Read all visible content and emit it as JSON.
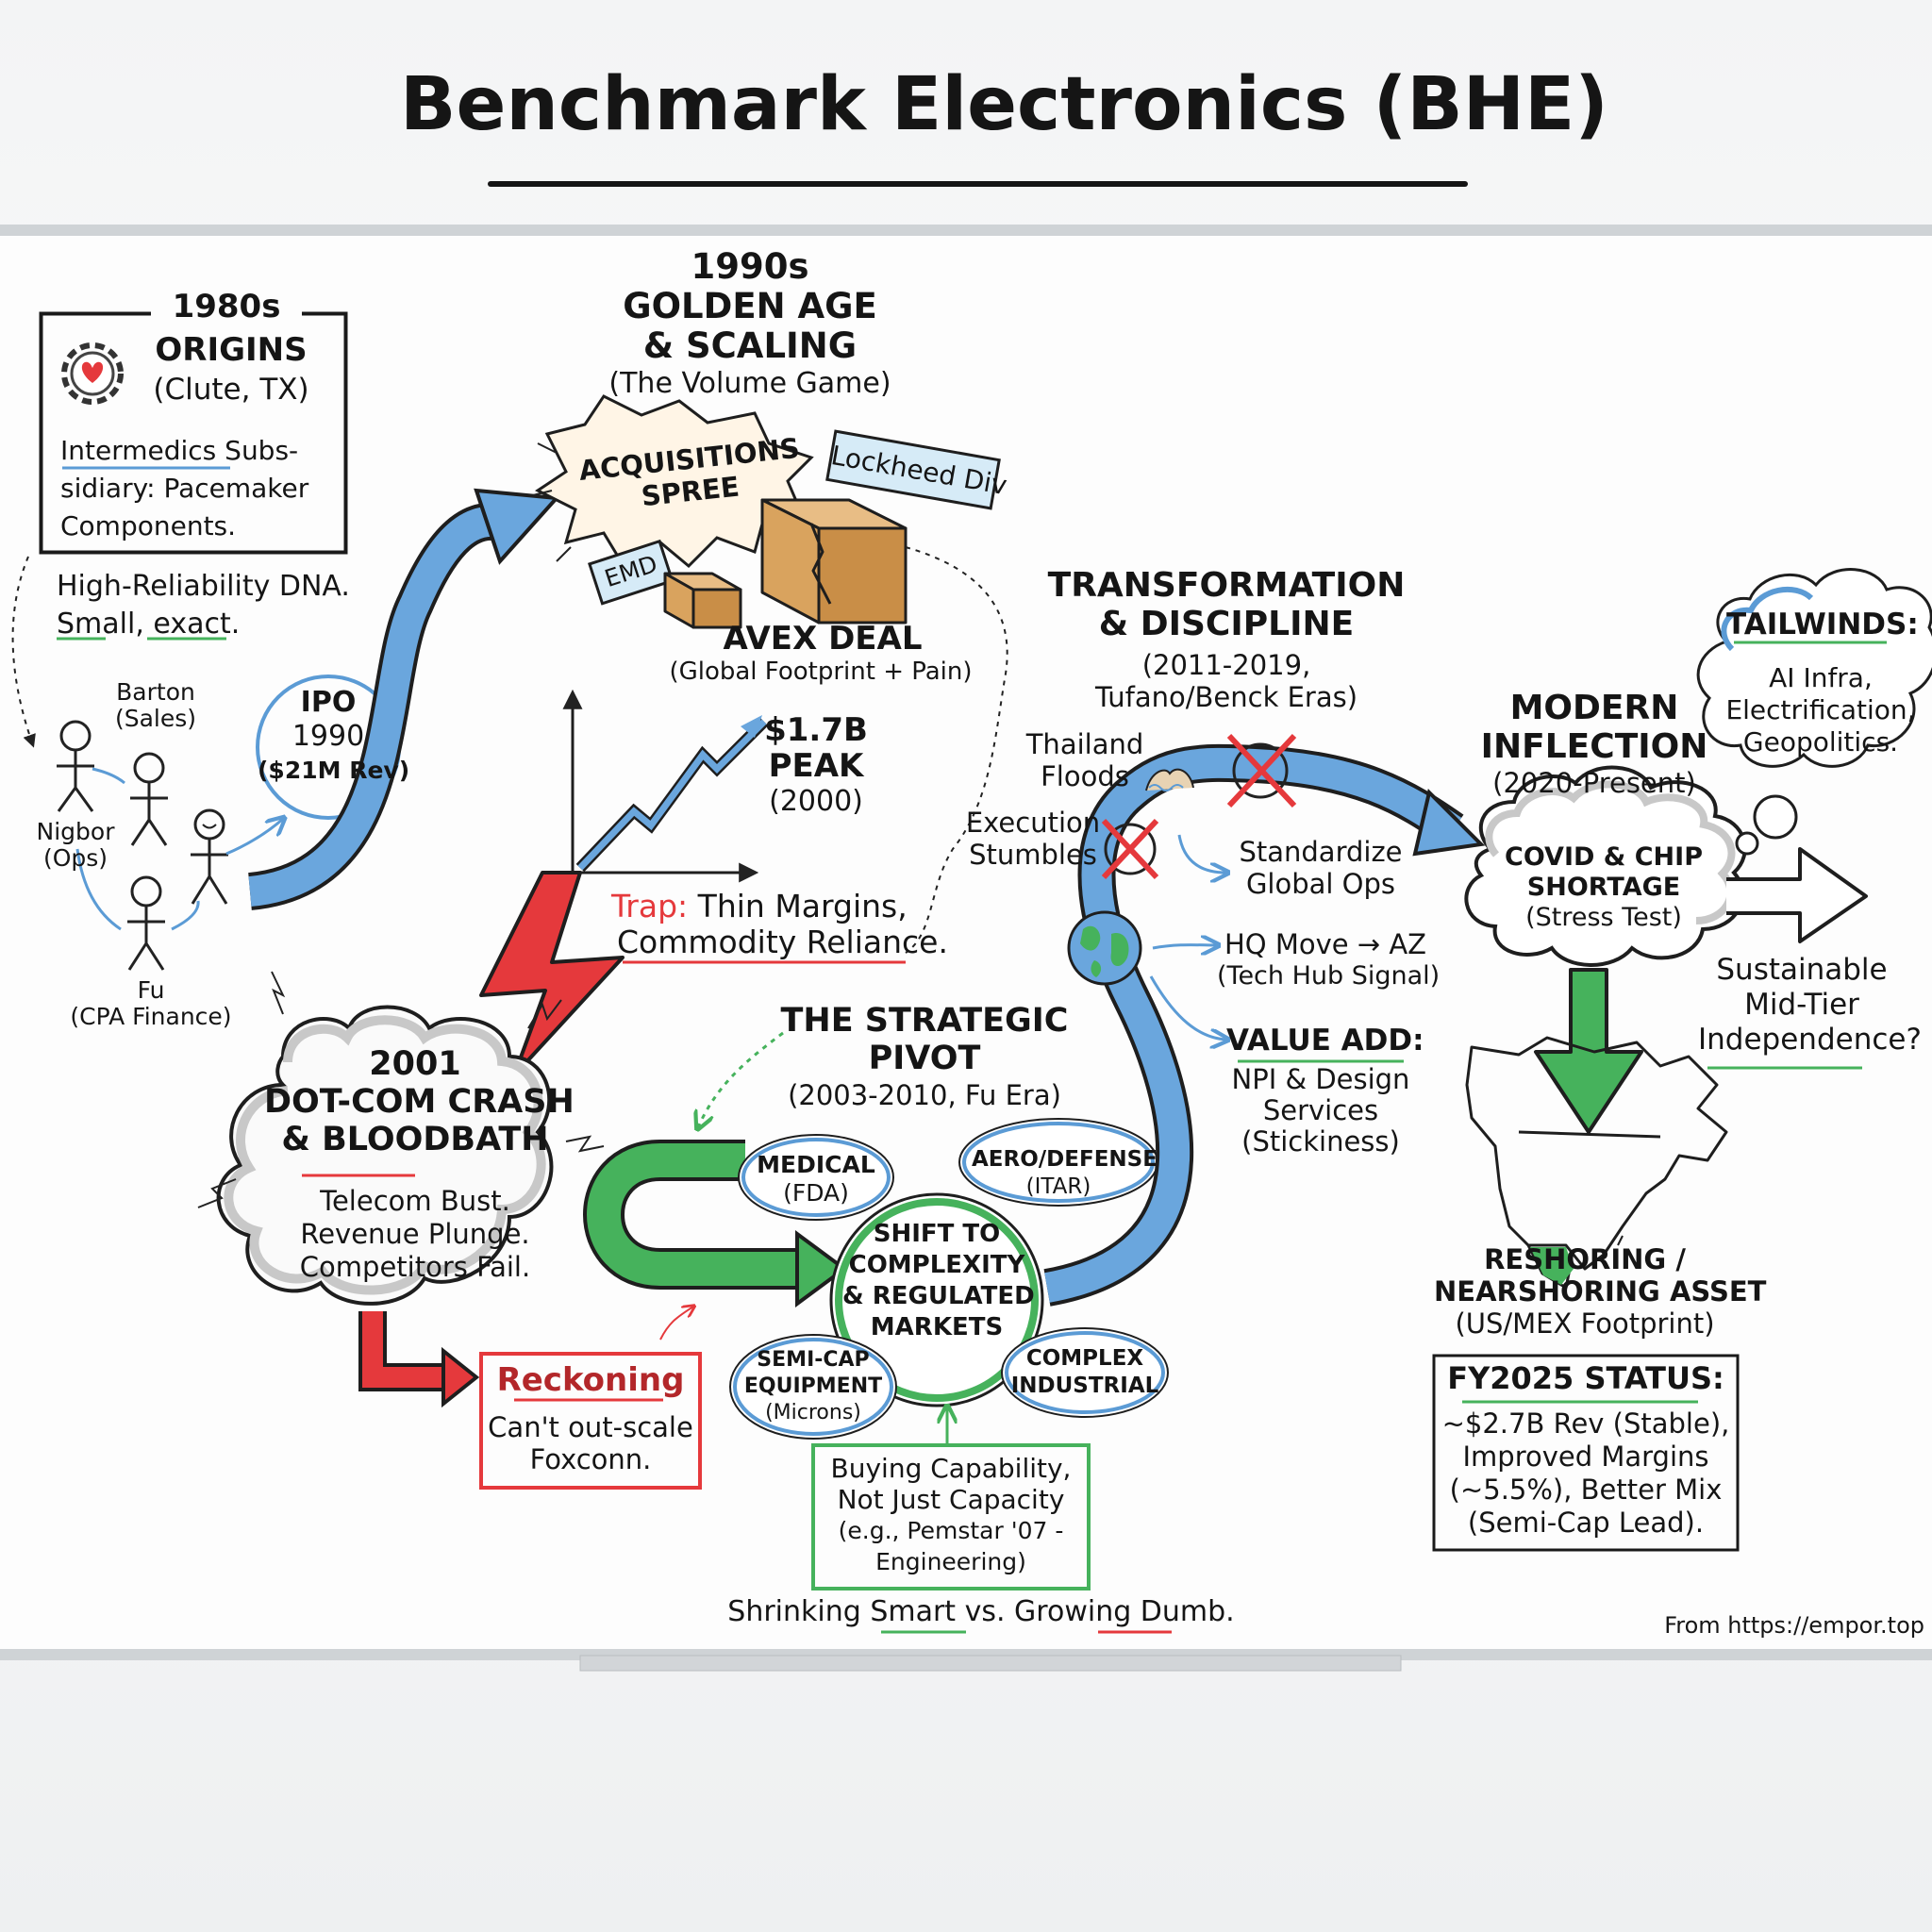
{
  "title": "Benchmark Electronics (BHE)",
  "origins": {
    "era": "1980s",
    "heading": "ORIGINS",
    "location": "(Clute, TX)",
    "body": [
      "Intermedics Subs-",
      "sidiary: Pacemaker",
      "Components."
    ],
    "dna": [
      "High-Reliability DNA.",
      "Small, exact."
    ]
  },
  "founders": {
    "barton": [
      "Barton",
      "(Sales)"
    ],
    "nigbor": [
      "Nigbor",
      "(Ops)"
    ],
    "fu": [
      "Fu",
      "(CPA Finance)"
    ]
  },
  "ipo": {
    "lines": [
      "IPO",
      "1990",
      "($21M Rev)"
    ]
  },
  "golden_age": {
    "heading": [
      "1990s",
      "GOLDEN AGE",
      "& SCALING"
    ],
    "sub": "(The Volume Game)",
    "acquisitions": [
      "ACQUISITIONS",
      "SPREE"
    ],
    "lockheed": "Lockheed Div",
    "emd": "EMD",
    "avex": "AVEX DEAL",
    "avex_sub": "(Global Footprint + Pain)",
    "peak": [
      "$1.7B",
      "PEAK",
      "(2000)"
    ],
    "trap_label": "Trap:",
    "trap": [
      "Thin Margins,",
      "Commodity Reliance."
    ]
  },
  "crash": {
    "heading": [
      "2001",
      "DOT-COM CRASH",
      "& BLOODBATH"
    ],
    "body": [
      "Telecom Bust.",
      "Revenue Plunge.",
      "Competitors Fail."
    ]
  },
  "reckoning": {
    "title": "Reckoning",
    "body": [
      "Can't out-scale",
      "Foxconn."
    ]
  },
  "pivot": {
    "heading": [
      "THE STRATEGIC",
      "PIVOT"
    ],
    "sub": "(2003-2010, Fu Era)",
    "center": [
      "SHIFT TO",
      "COMPLEXITY",
      "& REGULATED",
      "MARKETS"
    ],
    "medical": [
      "MEDICAL",
      "(FDA)"
    ],
    "aero": [
      "AERO/DEFENSE",
      "(ITAR)"
    ],
    "semicap": [
      "SEMI-CAP",
      "EQUIPMENT",
      "(Microns)"
    ],
    "industrial": [
      "COMPLEX",
      "INDUSTRIAL"
    ],
    "buying": [
      "Buying Capability,",
      "Not Just Capacity",
      "(e.g., Pemstar '07 -",
      "Engineering)"
    ],
    "shrinking": "Shrinking Smart vs. Growing Dumb."
  },
  "transformation": {
    "heading": [
      "TRANSFORMATION",
      "& DISCIPLINE"
    ],
    "sub": [
      "(2011-2019,",
      "Tufano/Benck Eras)"
    ],
    "thailand": [
      "Thailand",
      "Floods"
    ],
    "execution": [
      "Execution",
      "Stumbles"
    ],
    "standardize": [
      "Standardize",
      "Global Ops"
    ],
    "hq": [
      "HQ Move → AZ",
      "(Tech Hub Signal)"
    ],
    "value_title": "VALUE ADD:",
    "value_body": [
      "NPI & Design",
      "Services",
      "(Stickiness)"
    ]
  },
  "modern": {
    "heading": [
      "MODERN",
      "INFLECTION"
    ],
    "sub": "(2020-Present)",
    "covid": [
      "COVID & CHIP",
      "SHORTAGE",
      "(Stress Test)"
    ],
    "tailwinds_title": "TAILWINDS:",
    "tailwinds": [
      "AI Infra,",
      "Electrification,",
      "Geopolitics."
    ],
    "sustainable": [
      "Sustainable",
      "Mid-Tier",
      "Independence?"
    ],
    "reshoring": [
      "RESHORING /",
      "NEARSHORING ASSET",
      "(US/MEX Footprint)"
    ],
    "fy_title": "FY2025 STATUS:",
    "fy_body": [
      "~$2.7B Rev (Stable),",
      "Improved Margins",
      "(~5.5%), Better Mix",
      "(Semi-Cap Lead)."
    ]
  },
  "footer": "From https://empor.top",
  "colors": {
    "blue": "#5b9bd5",
    "green": "#46b25c",
    "red": "#e5393c",
    "ink": "#151515",
    "box": "#d9a35e"
  }
}
